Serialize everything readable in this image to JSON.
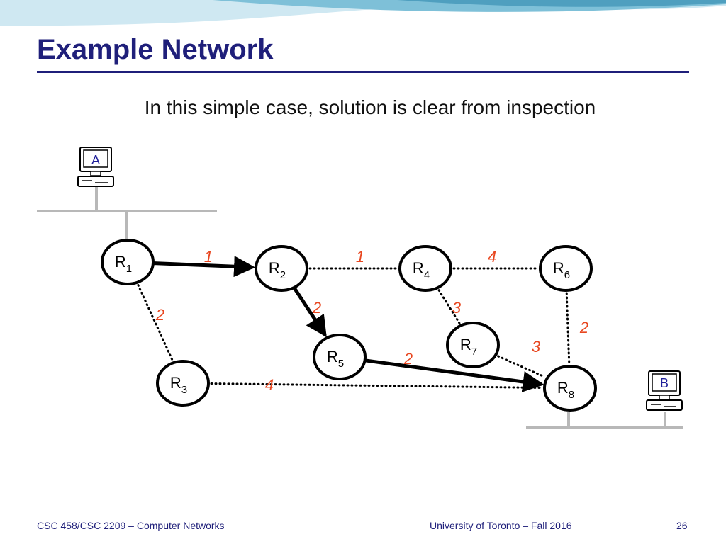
{
  "slide": {
    "title": "Example Network",
    "subtitle": "In this simple case, solution is clear from inspection",
    "footer_left": "CSC 458/CSC 2209 – Computer Networks",
    "footer_center": "University of Toronto – Fall 2016",
    "page_number": "26"
  },
  "colors": {
    "title": "#1f1f7a",
    "weight_label": "#e8461f",
    "host_label": "#1f1f9a",
    "lan": "#b8b8b8",
    "banner": "#7ec0d8"
  },
  "hosts": [
    {
      "id": "A",
      "label": "A",
      "icon": "computer-icon"
    },
    {
      "id": "B",
      "label": "B",
      "icon": "computer-icon"
    }
  ],
  "routers": [
    {
      "id": "R1",
      "base": "R",
      "sub": "1"
    },
    {
      "id": "R2",
      "base": "R",
      "sub": "2"
    },
    {
      "id": "R3",
      "base": "R",
      "sub": "3"
    },
    {
      "id": "R4",
      "base": "R",
      "sub": "4"
    },
    {
      "id": "R5",
      "base": "R",
      "sub": "5"
    },
    {
      "id": "R6",
      "base": "R",
      "sub": "6"
    },
    {
      "id": "R7",
      "base": "R",
      "sub": "7"
    },
    {
      "id": "R8",
      "base": "R",
      "sub": "8"
    }
  ],
  "links": [
    {
      "from": "R1",
      "to": "R2",
      "weight": "1",
      "style": "solid-arrow"
    },
    {
      "from": "R1",
      "to": "R3",
      "weight": "2",
      "style": "dotted"
    },
    {
      "from": "R2",
      "to": "R4",
      "weight": "1",
      "style": "dotted"
    },
    {
      "from": "R2",
      "to": "R5",
      "weight": "2",
      "style": "solid-arrow"
    },
    {
      "from": "R3",
      "to": "R8",
      "weight": "4",
      "style": "dotted"
    },
    {
      "from": "R4",
      "to": "R6",
      "weight": "4",
      "style": "dotted"
    },
    {
      "from": "R4",
      "to": "R7",
      "weight": "3",
      "style": "dotted"
    },
    {
      "from": "R5",
      "to": "R8",
      "weight": "2",
      "style": "solid-arrow"
    },
    {
      "from": "R6",
      "to": "R8",
      "weight": "2",
      "style": "dotted"
    },
    {
      "from": "R7",
      "to": "R8",
      "weight": "3",
      "style": "dotted"
    }
  ]
}
